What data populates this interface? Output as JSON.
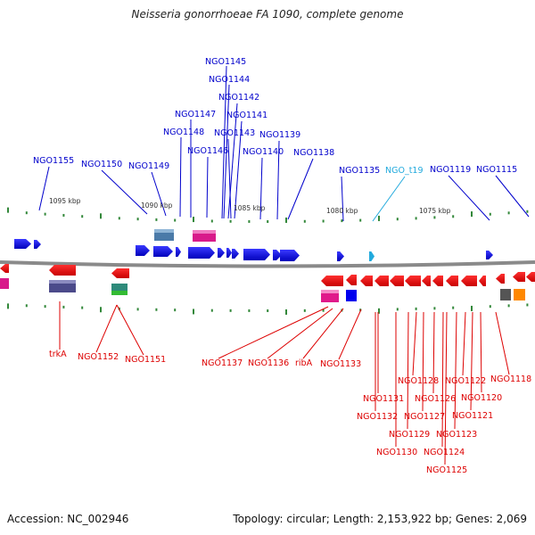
{
  "header": {
    "title": "Neisseria gonorrhoeae FA 1090, complete genome"
  },
  "footer": {
    "accession": "Accession: NC_002946",
    "summary": "Topology: circular; Length: 2,153,922 bp; Genes: 2,069"
  },
  "colors": {
    "top_label": "#0000cc",
    "bottom_label": "#dd0000",
    "trna_label": "#22aadd",
    "backbone": "#888888",
    "tick": "#33883a"
  },
  "ruler_labels": [
    "1095 kbp",
    "1090 kbp",
    "1085 kbp",
    "1080 kbp",
    "1075 kbp"
  ],
  "top_genes": [
    "NGO1145",
    "NGO1144",
    "NGO1142",
    "NGO1147",
    "NGO1141",
    "NGO1148",
    "NGO1143",
    "NGO1139",
    "NGO1146",
    "NGO1140",
    "NGO1138",
    "NGO1155",
    "NGO1150",
    "NGO1149",
    "NGO1135",
    "NGO_t19",
    "NGO1119",
    "NGO1115"
  ],
  "bottom_genes": [
    "trkA",
    "NGO1152",
    "NGO1151",
    "NGO1137",
    "NGO1136",
    "ribA",
    "NGO1133",
    "NGO1128",
    "NGO1122",
    "NGO1118",
    "NGO1131",
    "NGO1126",
    "NGO1120",
    "NGO1132",
    "NGO1127",
    "NGO1121",
    "NGO1129",
    "NGO1123",
    "NGO1130",
    "NGO1124",
    "NGO1125"
  ]
}
